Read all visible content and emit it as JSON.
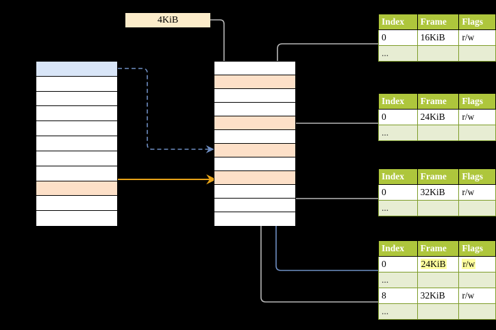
{
  "page_size_label": {
    "text": "4KiB"
  },
  "colors": {
    "background": "#000000",
    "row_selected_blue": "#d9e6f8",
    "row_highlight_peach": "#fde0c8",
    "table_header_green": "#aec63c",
    "table_ellipsis_green": "#e7edd3",
    "label_cream": "#fcecca",
    "arrow_orange": "#e8a317",
    "arrow_blue": "#6f8fc4",
    "arrow_gray": "#b3b3b3",
    "text_highlight_yellow": "#ffff9e"
  },
  "virtual_column": {
    "name": "virtual-address-space",
    "row_count": 11,
    "rows": [
      {
        "index": 0,
        "fill": "blue"
      },
      {
        "index": 1,
        "fill": "white"
      },
      {
        "index": 2,
        "fill": "white"
      },
      {
        "index": 3,
        "fill": "white"
      },
      {
        "index": 4,
        "fill": "white"
      },
      {
        "index": 5,
        "fill": "white"
      },
      {
        "index": 6,
        "fill": "white"
      },
      {
        "index": 7,
        "fill": "white"
      },
      {
        "index": 8,
        "fill": "peach"
      },
      {
        "index": 9,
        "fill": "white"
      },
      {
        "index": 10,
        "fill": "white"
      }
    ]
  },
  "physical_column": {
    "name": "physical-memory",
    "row_count": 12,
    "rows": [
      {
        "index": 0,
        "fill": "white"
      },
      {
        "index": 1,
        "fill": "peach"
      },
      {
        "index": 2,
        "fill": "white"
      },
      {
        "index": 3,
        "fill": "white"
      },
      {
        "index": 4,
        "fill": "peach"
      },
      {
        "index": 5,
        "fill": "white"
      },
      {
        "index": 6,
        "fill": "peach"
      },
      {
        "index": 7,
        "fill": "white"
      },
      {
        "index": 8,
        "fill": "peach"
      },
      {
        "index": 9,
        "fill": "white"
      },
      {
        "index": 10,
        "fill": "white"
      },
      {
        "index": 11,
        "fill": "white"
      }
    ]
  },
  "tables": [
    {
      "name": "page-table-1",
      "headers": [
        "Index",
        "Frame",
        "Flags"
      ],
      "rows": [
        {
          "kind": "entry",
          "cells": [
            "0",
            "16KiB",
            "r/w"
          ],
          "highlight": [
            false,
            false,
            false
          ]
        },
        {
          "kind": "ellipsis",
          "cells": [
            "...",
            "",
            ""
          ],
          "highlight": [
            false,
            false,
            false
          ]
        }
      ]
    },
    {
      "name": "page-table-2",
      "headers": [
        "Index",
        "Frame",
        "Flags"
      ],
      "rows": [
        {
          "kind": "entry",
          "cells": [
            "0",
            "24KiB",
            "r/w"
          ],
          "highlight": [
            false,
            false,
            false
          ]
        },
        {
          "kind": "ellipsis",
          "cells": [
            "...",
            "",
            ""
          ],
          "highlight": [
            false,
            false,
            false
          ]
        }
      ]
    },
    {
      "name": "page-table-3",
      "headers": [
        "Index",
        "Frame",
        "Flags"
      ],
      "rows": [
        {
          "kind": "entry",
          "cells": [
            "0",
            "32KiB",
            "r/w"
          ],
          "highlight": [
            false,
            false,
            false
          ]
        },
        {
          "kind": "ellipsis",
          "cells": [
            "...",
            "",
            ""
          ],
          "highlight": [
            false,
            false,
            false
          ]
        }
      ]
    },
    {
      "name": "page-table-4",
      "headers": [
        "Index",
        "Frame",
        "Flags"
      ],
      "rows": [
        {
          "kind": "entry",
          "cells": [
            "0",
            "24KiB",
            "r/w"
          ],
          "highlight": [
            false,
            true,
            true
          ]
        },
        {
          "kind": "ellipsis",
          "cells": [
            "...",
            "",
            ""
          ],
          "highlight": [
            false,
            false,
            false
          ]
        },
        {
          "kind": "entry",
          "cells": [
            "8",
            "32KiB",
            "r/w"
          ],
          "highlight": [
            false,
            false,
            false
          ]
        },
        {
          "kind": "ellipsis",
          "cells": [
            "...",
            "",
            ""
          ],
          "highlight": [
            false,
            false,
            false
          ]
        }
      ]
    }
  ]
}
